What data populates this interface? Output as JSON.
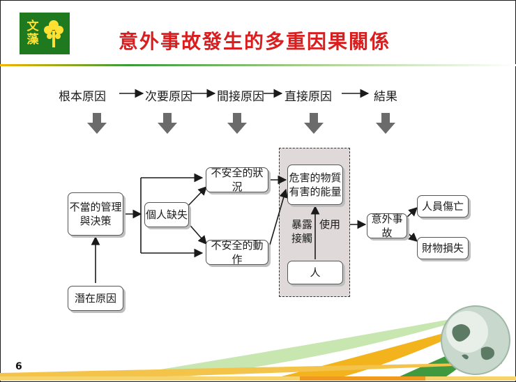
{
  "slide": {
    "logo_text": "文藻",
    "title": "意外事故發生的多重因果關係",
    "page_number": "6"
  },
  "flow_header": {
    "items": [
      "根本原因",
      "次要原因",
      "間接原因",
      "直接原因",
      "結果"
    ]
  },
  "nodes": {
    "mgmt": [
      "不當的管理",
      "與決策"
    ],
    "personal": "個人缺失",
    "latent": "潛在原因",
    "unsafe_condition": "不安全的狀況",
    "unsafe_act": "不安全的動作",
    "hazard": [
      "危害的物質",
      "有害的能量"
    ],
    "exposure": [
      "暴露",
      "接觸"
    ],
    "use": "使用",
    "person": "人",
    "accident": "意外事故",
    "injury": "人員傷亡",
    "damage": "財物損失"
  },
  "colors": {
    "title": "#d81e1e",
    "logo_bg": "#1f7a1f",
    "logo_text": "#ffe033",
    "panel_bg": "#e0d9d9",
    "arrow_grey": "#6b6b6b"
  }
}
